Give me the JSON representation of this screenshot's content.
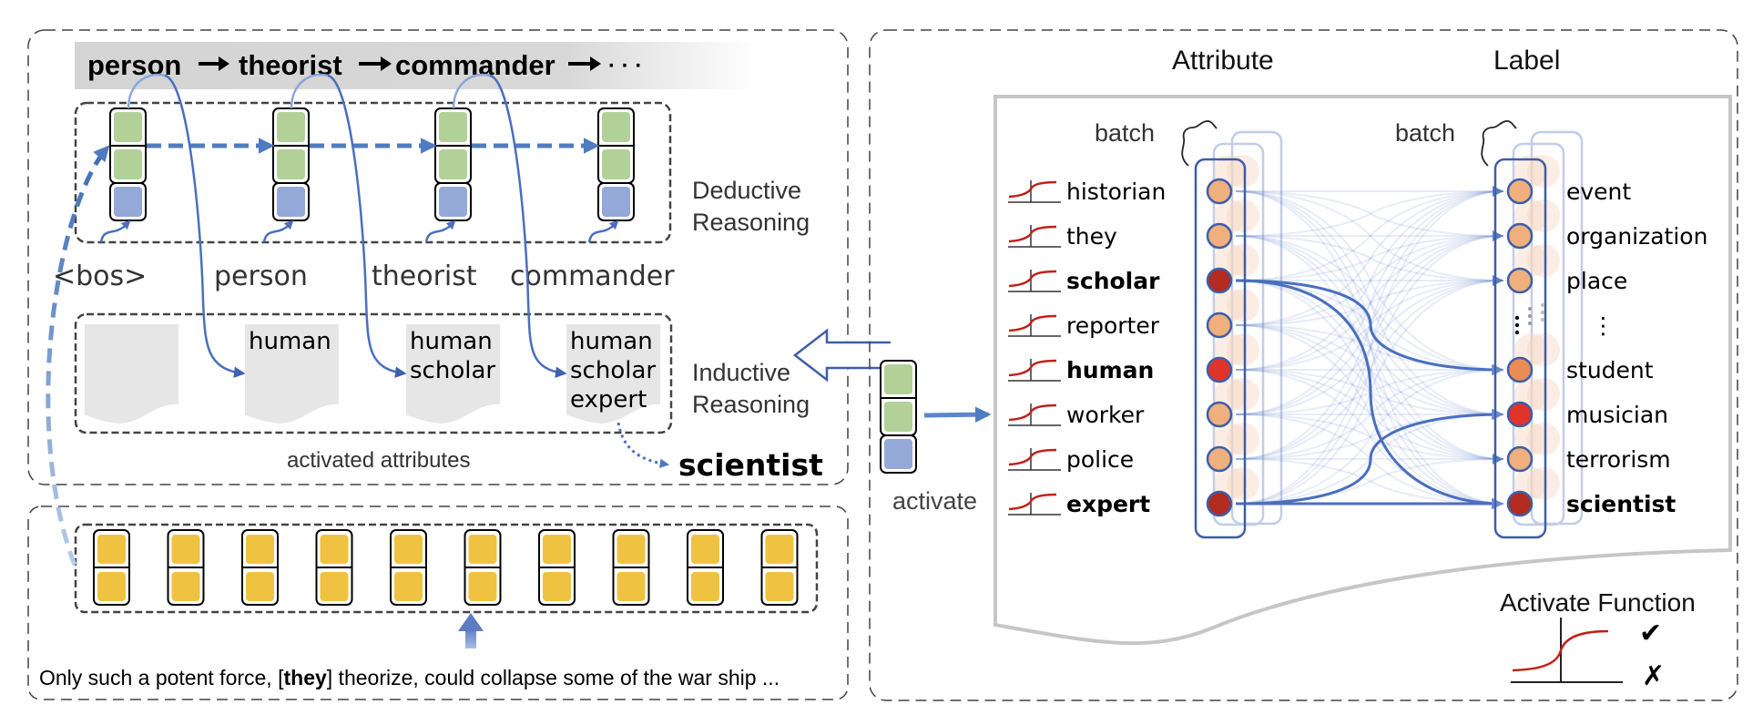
{
  "colors": {
    "green_cell": "#b2d198",
    "blue_cell": "#94a9d8",
    "yellow_cell": "#efc341",
    "link_blue": "#4a6fbf",
    "node_light": "#efb07e",
    "node_mid": "#ea8c54",
    "node_red": "#e0342a",
    "node_dark": "#b22a20",
    "sigmoid_red": "#c0201a",
    "gray_panel": "#c8c8c8"
  },
  "deductive": {
    "chain": [
      "person",
      "theorist",
      "commander"
    ],
    "chain_ellipsis": "· · ·",
    "inputs": [
      "<bos>",
      "person",
      "theorist",
      "commander"
    ],
    "label_line1": "Deductive",
    "label_line2": "Reasoning"
  },
  "inductive": {
    "docs": [
      [],
      [
        "human"
      ],
      [
        "human",
        "scholar"
      ],
      [
        "human",
        "scholar",
        "expert"
      ]
    ],
    "label_line1": "Inductive",
    "label_line2": "Reasoning",
    "caption": "activated attributes",
    "result": "scientist"
  },
  "context": {
    "token_count": 10,
    "sentence_before": "Only such a potent force, [",
    "sentence_bold": "they",
    "sentence_after": "] theorize, could collapse some of the war ship ..."
  },
  "middle": {
    "activate_label": "activate"
  },
  "network": {
    "attribute_header": "Attribute",
    "label_header": "Label",
    "batch_label": "batch",
    "attributes": [
      {
        "name": "historian",
        "bold": false,
        "level": "light"
      },
      {
        "name": "they",
        "bold": false,
        "level": "light"
      },
      {
        "name": "scholar",
        "bold": true,
        "level": "dark"
      },
      {
        "name": "reporter",
        "bold": false,
        "level": "light"
      },
      {
        "name": "human",
        "bold": true,
        "level": "red"
      },
      {
        "name": "worker",
        "bold": false,
        "level": "light"
      },
      {
        "name": "police",
        "bold": false,
        "level": "light"
      },
      {
        "name": "expert",
        "bold": true,
        "level": "dark"
      }
    ],
    "labels": [
      {
        "name": "event",
        "bold": false,
        "level": "light"
      },
      {
        "name": "organization",
        "bold": false,
        "level": "light"
      },
      {
        "name": "place",
        "bold": false,
        "level": "light"
      },
      {
        "name": "⋮",
        "bold": false,
        "level": "none"
      },
      {
        "name": "student",
        "bold": false,
        "level": "mid"
      },
      {
        "name": "musician",
        "bold": false,
        "level": "red"
      },
      {
        "name": "terrorism",
        "bold": false,
        "level": "light"
      },
      {
        "name": "scientist",
        "bold": true,
        "level": "dark"
      }
    ],
    "highlighted_links": [
      {
        "from": "scholar",
        "to": "student"
      },
      {
        "from": "scholar",
        "to": "scientist"
      },
      {
        "from": "expert",
        "to": "musician"
      },
      {
        "from": "expert",
        "to": "scientist"
      }
    ],
    "activate_function_title": "Activate Function",
    "check_mark": "✔",
    "cross_mark": "✗"
  }
}
